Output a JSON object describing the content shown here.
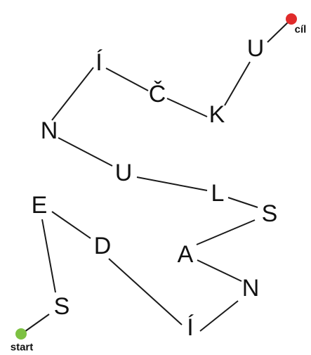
{
  "start": {
    "label": "start",
    "color": "#7dc142"
  },
  "goal": {
    "label": "cíl",
    "color": "#e02b2b"
  },
  "path": {
    "line_color": "#1a1a1a",
    "letters": [
      "S",
      "E",
      "D",
      "Í",
      "N",
      "A",
      "S",
      "L",
      "U",
      "N",
      "Í",
      "Č",
      "K",
      "U"
    ]
  }
}
